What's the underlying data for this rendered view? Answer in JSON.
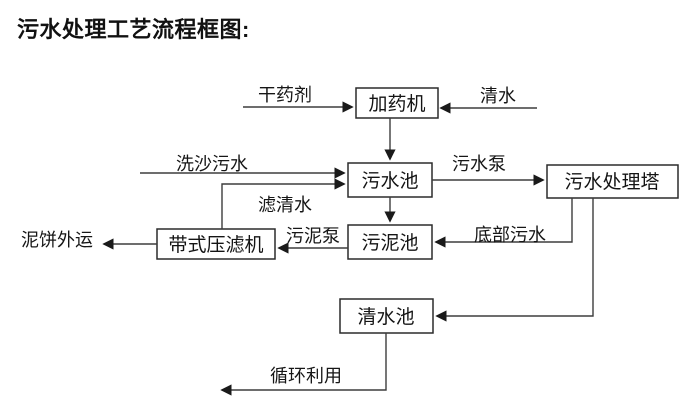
{
  "title": "污水处理工艺流程框图:",
  "colors": {
    "background": "#ffffff",
    "line": "#3d3d3d",
    "box_border": "#2b2b2b",
    "text": "#141414"
  },
  "flow": {
    "nodes": [
      {
        "id": "dosing-machine",
        "label": "加药机"
      },
      {
        "id": "sewage-pool",
        "label": "污水池"
      },
      {
        "id": "treatment-tower",
        "label": "污水处理塔"
      },
      {
        "id": "sludge-pool",
        "label": "污泥池"
      },
      {
        "id": "belt-filter-press",
        "label": "带式压滤机"
      },
      {
        "id": "clear-water-pool",
        "label": "清水池"
      }
    ],
    "edges": [
      {
        "from": "external",
        "to": "dosing-machine",
        "label": "干药剂"
      },
      {
        "from": "external",
        "to": "dosing-machine",
        "label": "清水"
      },
      {
        "from": "dosing-machine",
        "to": "sewage-pool",
        "label": ""
      },
      {
        "from": "external",
        "to": "sewage-pool",
        "label": "洗沙污水"
      },
      {
        "from": "belt-filter-press",
        "to": "sewage-pool",
        "label": "滤清水"
      },
      {
        "from": "sewage-pool",
        "to": "treatment-tower",
        "label": "污水泵"
      },
      {
        "from": "sewage-pool",
        "to": "sludge-pool",
        "label": ""
      },
      {
        "from": "treatment-tower",
        "to": "sludge-pool",
        "label": "底部污水"
      },
      {
        "from": "treatment-tower",
        "to": "clear-water-pool",
        "label": ""
      },
      {
        "from": "sludge-pool",
        "to": "belt-filter-press",
        "label": "污泥泵"
      },
      {
        "from": "belt-filter-press",
        "to": "external",
        "label": "泥饼外运"
      },
      {
        "from": "clear-water-pool",
        "to": "external",
        "label": "循环利用"
      }
    ]
  }
}
